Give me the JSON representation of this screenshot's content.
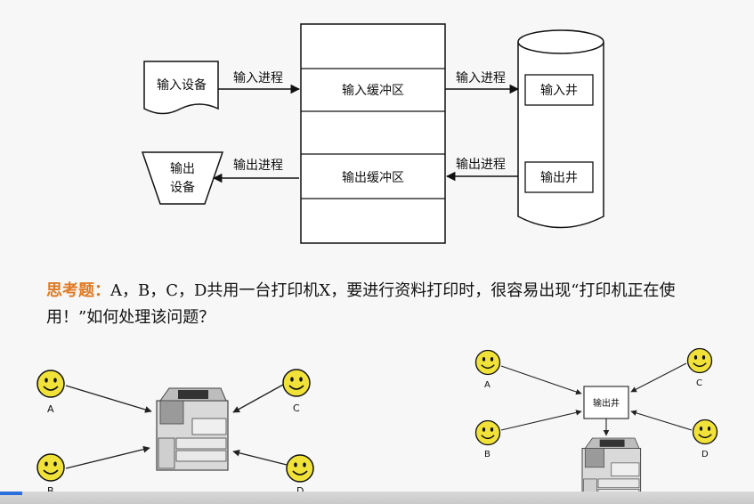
{
  "diagram": {
    "input_device": "输入设备",
    "output_device_line1": "输出",
    "output_device_line2": "设备",
    "input_process_left": "输入进程",
    "output_process_left": "输出进程",
    "input_buffer": "输入缓冲区",
    "output_buffer": "输出缓冲区",
    "input_process_right": "输入进程",
    "output_process_right": "输出进程",
    "input_well": "输入井",
    "output_well": "输出井"
  },
  "question": {
    "tag": "思考题：",
    "text": "A，B，C，D共用一台打印机X，要进行资料打印时，很容易出现“打印机正在使用！”如何处理该问题？"
  },
  "left_scene": {
    "users": [
      "A",
      "B",
      "C",
      "D"
    ]
  },
  "right_scene": {
    "users": [
      "A",
      "B",
      "C",
      "D"
    ],
    "well": "输出井"
  },
  "video": {
    "progress": 0.03
  }
}
